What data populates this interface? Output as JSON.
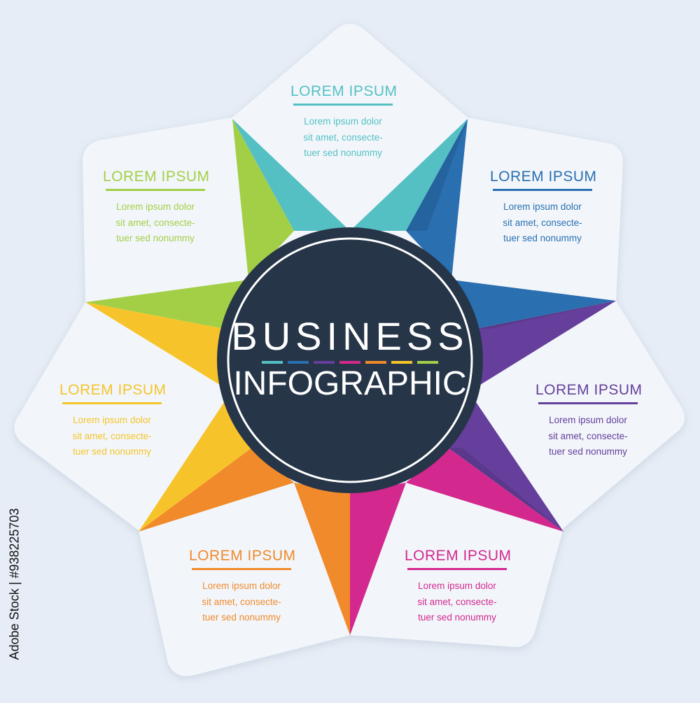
{
  "center": {
    "title_line1": "BUSINESS",
    "title_line2": "INFOGRAPHIC",
    "fill": "#263548",
    "ring": "#ffffff"
  },
  "colors": {
    "background": "#e6edf6",
    "panel": "#f2f6fb",
    "teal": "#55c0c4",
    "blue": "#2a6fb0",
    "purple": "#653f9b",
    "magenta": "#d3288e",
    "orange": "#f18a2a",
    "yellow": "#f6c42a",
    "green": "#a3cf46"
  },
  "segments": [
    {
      "id": "teal",
      "title": "LOREM IPSUM",
      "lines": [
        "Lorem  ipsum  dolor",
        "sit  amet,  consecte-",
        "tuer sed nonummy"
      ],
      "color": "#55c0c4"
    },
    {
      "id": "blue",
      "title": "LOREM IPSUM",
      "lines": [
        "Lorem  ipsum  dolor",
        "sit  amet,  consecte-",
        "tuer sed nonummy"
      ],
      "color": "#2a6fb0"
    },
    {
      "id": "purple",
      "title": "LOREM IPSUM",
      "lines": [
        "Lorem  ipsum  dolor",
        "sit  amet,  consecte-",
        "tuer sed nonummy"
      ],
      "color": "#653f9b"
    },
    {
      "id": "magenta",
      "title": "LOREM IPSUM",
      "lines": [
        "Lorem  ipsum  dolor",
        "sit  amet,  consecte-",
        "tuer sed nonummy"
      ],
      "color": "#d3288e"
    },
    {
      "id": "orange",
      "title": "LOREM IPSUM",
      "lines": [
        "Lorem  ipsum  dolor",
        "sit  amet,  consecte-",
        "tuer sed nonummy"
      ],
      "color": "#f18a2a"
    },
    {
      "id": "yellow",
      "title": "LOREM IPSUM",
      "lines": [
        "Lorem  ipsum  dolor",
        "sit  amet,  consecte-",
        "tuer sed nonummy"
      ],
      "color": "#f6c42a"
    },
    {
      "id": "green",
      "title": "LOREM IPSUM",
      "lines": [
        "Lorem  ipsum  dolor",
        "sit  amet,  consecte-",
        "tuer sed nonummy"
      ],
      "color": "#a3cf46"
    }
  ],
  "stock_id": "Adobe Stock | #938225703"
}
